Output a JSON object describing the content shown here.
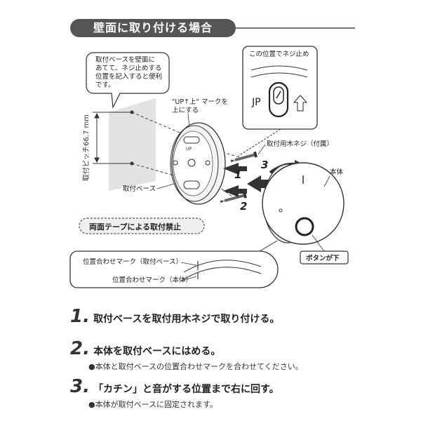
{
  "section_title": "壁面に取り付ける場合",
  "diagram": {
    "callout_note": [
      "取付ベースを壁面に",
      "あてて、ネジ止めする",
      "位置を記入すると便利",
      "です。"
    ],
    "up_mark_label": [
      "\"UP↑上\" マークを",
      "上にする"
    ],
    "screw_here_label": "この位置でネジ止め",
    "jp_label": "JP",
    "pitch_label": "取付ピッチ66.7 mm",
    "base_label": "取付ベース",
    "screw_label": "取付用木ネジ（付属）",
    "body_label": "本体",
    "button_label": "ボタンが下",
    "tape_warning": "両面テープによる取付禁止",
    "align_mark_base": "位置合わせマーク（取付ベース）",
    "align_mark_body": "位置合わせマーク（本体）",
    "arrow_nums": [
      "1",
      "2",
      "3"
    ]
  },
  "steps": [
    {
      "num": "1.",
      "text": "取付ベースを取付用木ネジで取り付ける。",
      "note": ""
    },
    {
      "num": "2.",
      "text": "本体を取付ベースにはめる。",
      "note": "●本体と取付ベースの位置合わせマークを合わせてください。"
    },
    {
      "num": "3.",
      "text": "「カチン」と音がする位置まで右に回す。",
      "note": "●本体が取付ベースに固定されます。"
    }
  ]
}
